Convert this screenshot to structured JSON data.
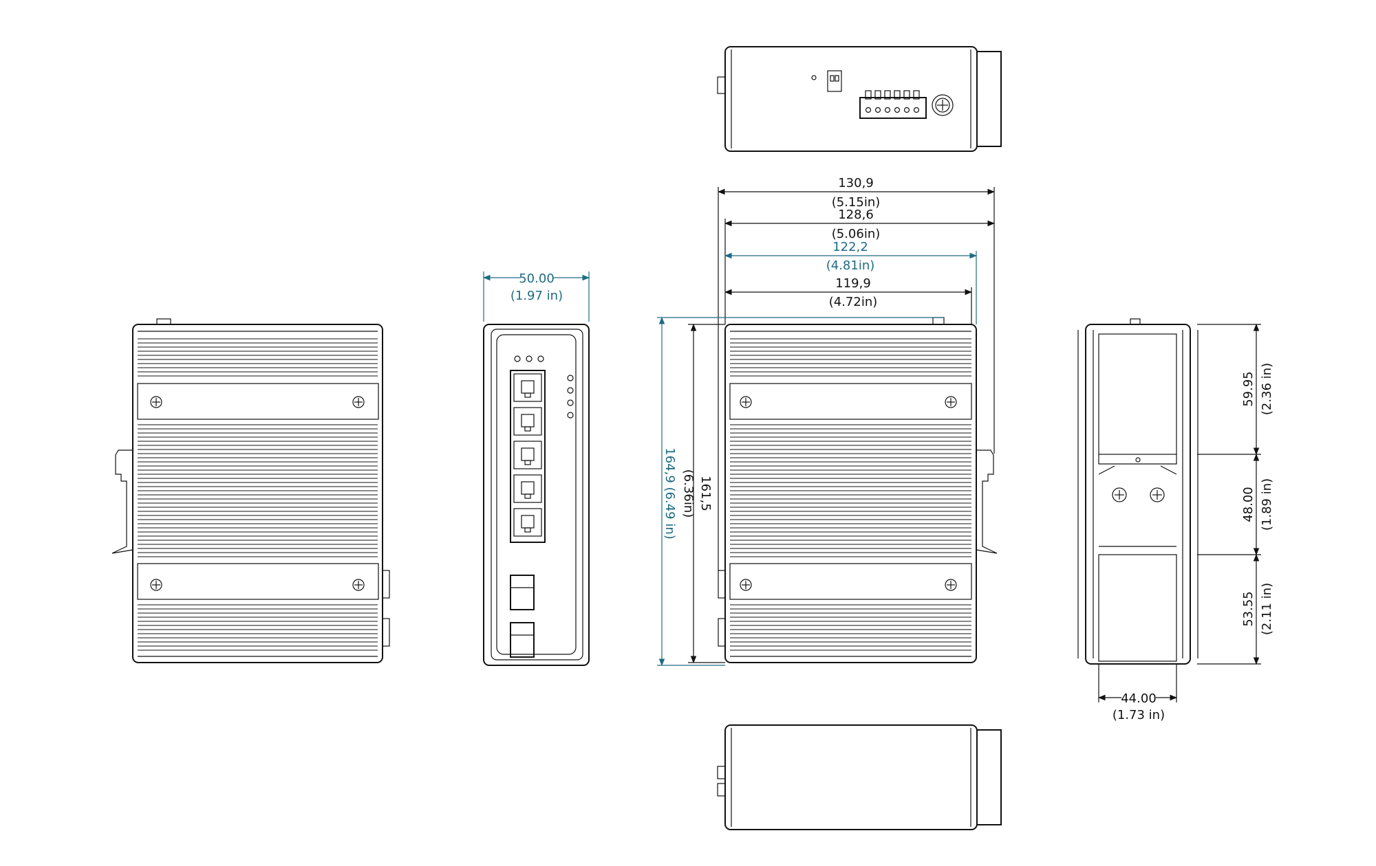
{
  "colors": {
    "line": "#111111",
    "accent_dimension": "#1e6b82",
    "background": "#ffffff"
  },
  "side_view": {
    "name": "left-side-view",
    "port_rows": 2
  },
  "front_view": {
    "name": "front-panel-view",
    "width_value": "50.00",
    "width_imperial": "(1.97 in)",
    "rj45_ports": 5,
    "sfp_ports": 2,
    "top_leds": 3,
    "side_leds": 4
  },
  "main_view": {
    "name": "main-side-view",
    "dim_130": "130,9",
    "dim_130_in": "(5.15in)",
    "dim_128": "128,6",
    "dim_128_in": "(5.06in)",
    "dim_122": "122,2",
    "dim_122_in": "(4.81in)",
    "dim_119": "119,9",
    "dim_119_in": "(4.72in)",
    "height_inner": "161,5",
    "height_inner_in": "(6.36in)",
    "height_outer": "164,9 (6.49 in)"
  },
  "rear_view": {
    "name": "rear-din-rail-view",
    "seg_top": "59.95",
    "seg_top_in": "(2.36 in)",
    "seg_mid": "48.00",
    "seg_mid_in": "(1.89 in)",
    "seg_bot": "53.55",
    "seg_bot_in": "(2.11 in)",
    "width_value": "44.00",
    "width_imperial": "(1.73 in)"
  },
  "top_view": {
    "name": "top-view-terminal-block",
    "terminal_pins": 6
  },
  "bottom_view": {
    "name": "bottom-view"
  }
}
